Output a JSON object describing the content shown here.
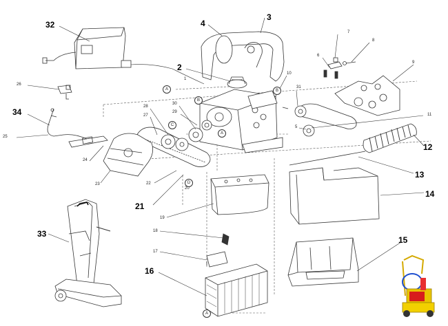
{
  "diagram": {
    "callouts_large": [
      "32",
      "4",
      "3",
      "2",
      "34",
      "12",
      "13",
      "14",
      "21",
      "33",
      "16",
      "15"
    ],
    "callouts_small": [
      "26",
      "25",
      "28",
      "27",
      "30",
      "29",
      "24",
      "23",
      "22",
      "20",
      "19",
      "18",
      "17",
      "1",
      "10",
      "31",
      "5",
      "11",
      "6",
      "7",
      "8",
      "9"
    ],
    "circle_markers": [
      "A",
      "B",
      "A",
      "B",
      "C",
      "D",
      "A"
    ]
  }
}
